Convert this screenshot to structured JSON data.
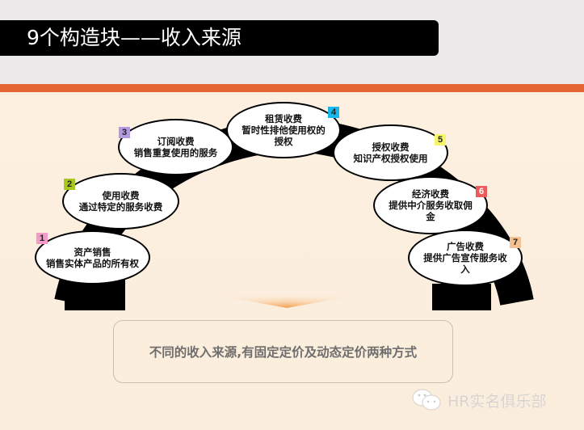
{
  "header": {
    "title": "9个构造块——收入来源"
  },
  "diagram": {
    "type": "arch",
    "items": [
      {
        "number": "1",
        "title": "资产销售",
        "desc": "销售实体产品的所有权",
        "badge_color": "#f49ac8"
      },
      {
        "number": "2",
        "title": "使用收费",
        "desc": "通过特定的服务收费",
        "badge_color": "#a6c81e"
      },
      {
        "number": "3",
        "title": "订阅收费",
        "desc": "销售重复使用的服务",
        "badge_color": "#b19ae2"
      },
      {
        "number": "4",
        "title": "租赁收费",
        "desc": "暂时性排他使用权的授权",
        "badge_color": "#19b8ec"
      },
      {
        "number": "5",
        "title": "授权收费",
        "desc": "知识产权授权使用",
        "badge_color": "#f7f56b"
      },
      {
        "number": "6",
        "title": "经济收费",
        "desc": "提供中介服务收取佣金",
        "badge_color": "#ec5a5c"
      },
      {
        "number": "7",
        "title": "广告收费",
        "desc": "提供广告宣传服务收入",
        "badge_color": "#f4c290"
      }
    ]
  },
  "note": {
    "text": "不同的收入来源,有固定定价及动态定价两种方式"
  },
  "watermark": {
    "text": "HR实名俱乐部"
  },
  "colors": {
    "accent_band": "#e26532",
    "background": "#fbeddc",
    "title_bar": "#000000"
  }
}
